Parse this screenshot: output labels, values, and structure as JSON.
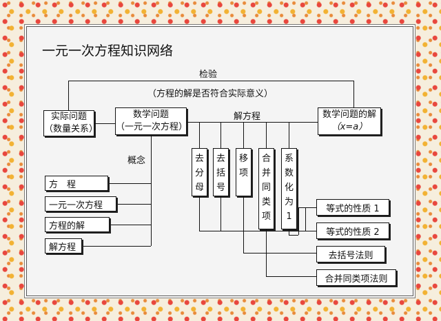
{
  "title": "一元一次方程知识网络",
  "top_labels": {
    "verify": "检验",
    "verify_note": "（方程的解是否符合实际意义）",
    "solve": "解方程",
    "concept": "概念"
  },
  "nodes": {
    "real_problem": [
      "实际问题",
      "（数量关系）"
    ],
    "math_problem": [
      "数学问题",
      "（一元一次方程）"
    ],
    "math_solution": [
      "数学问题的解",
      "（x=a）"
    ]
  },
  "concept_items": [
    "方　程",
    "一元一次方程",
    "方程的解",
    "解方程"
  ],
  "steps": [
    {
      "text": "去分母",
      "chars": [
        "去",
        "分",
        "母"
      ]
    },
    {
      "text": "去括号",
      "chars": [
        "去",
        "括",
        "号"
      ]
    },
    {
      "text": "移项",
      "chars": [
        "移",
        "项"
      ]
    },
    {
      "text": "合并同类项",
      "chars": [
        "合",
        "并",
        "同",
        "类",
        "项"
      ]
    },
    {
      "text": "系数化为1",
      "chars": [
        "系",
        "数",
        "化",
        "为",
        "1"
      ]
    }
  ],
  "rules": [
    "等式的性质 1",
    "等式的性质 2",
    "去括号法则",
    "合并同类项法则"
  ]
}
